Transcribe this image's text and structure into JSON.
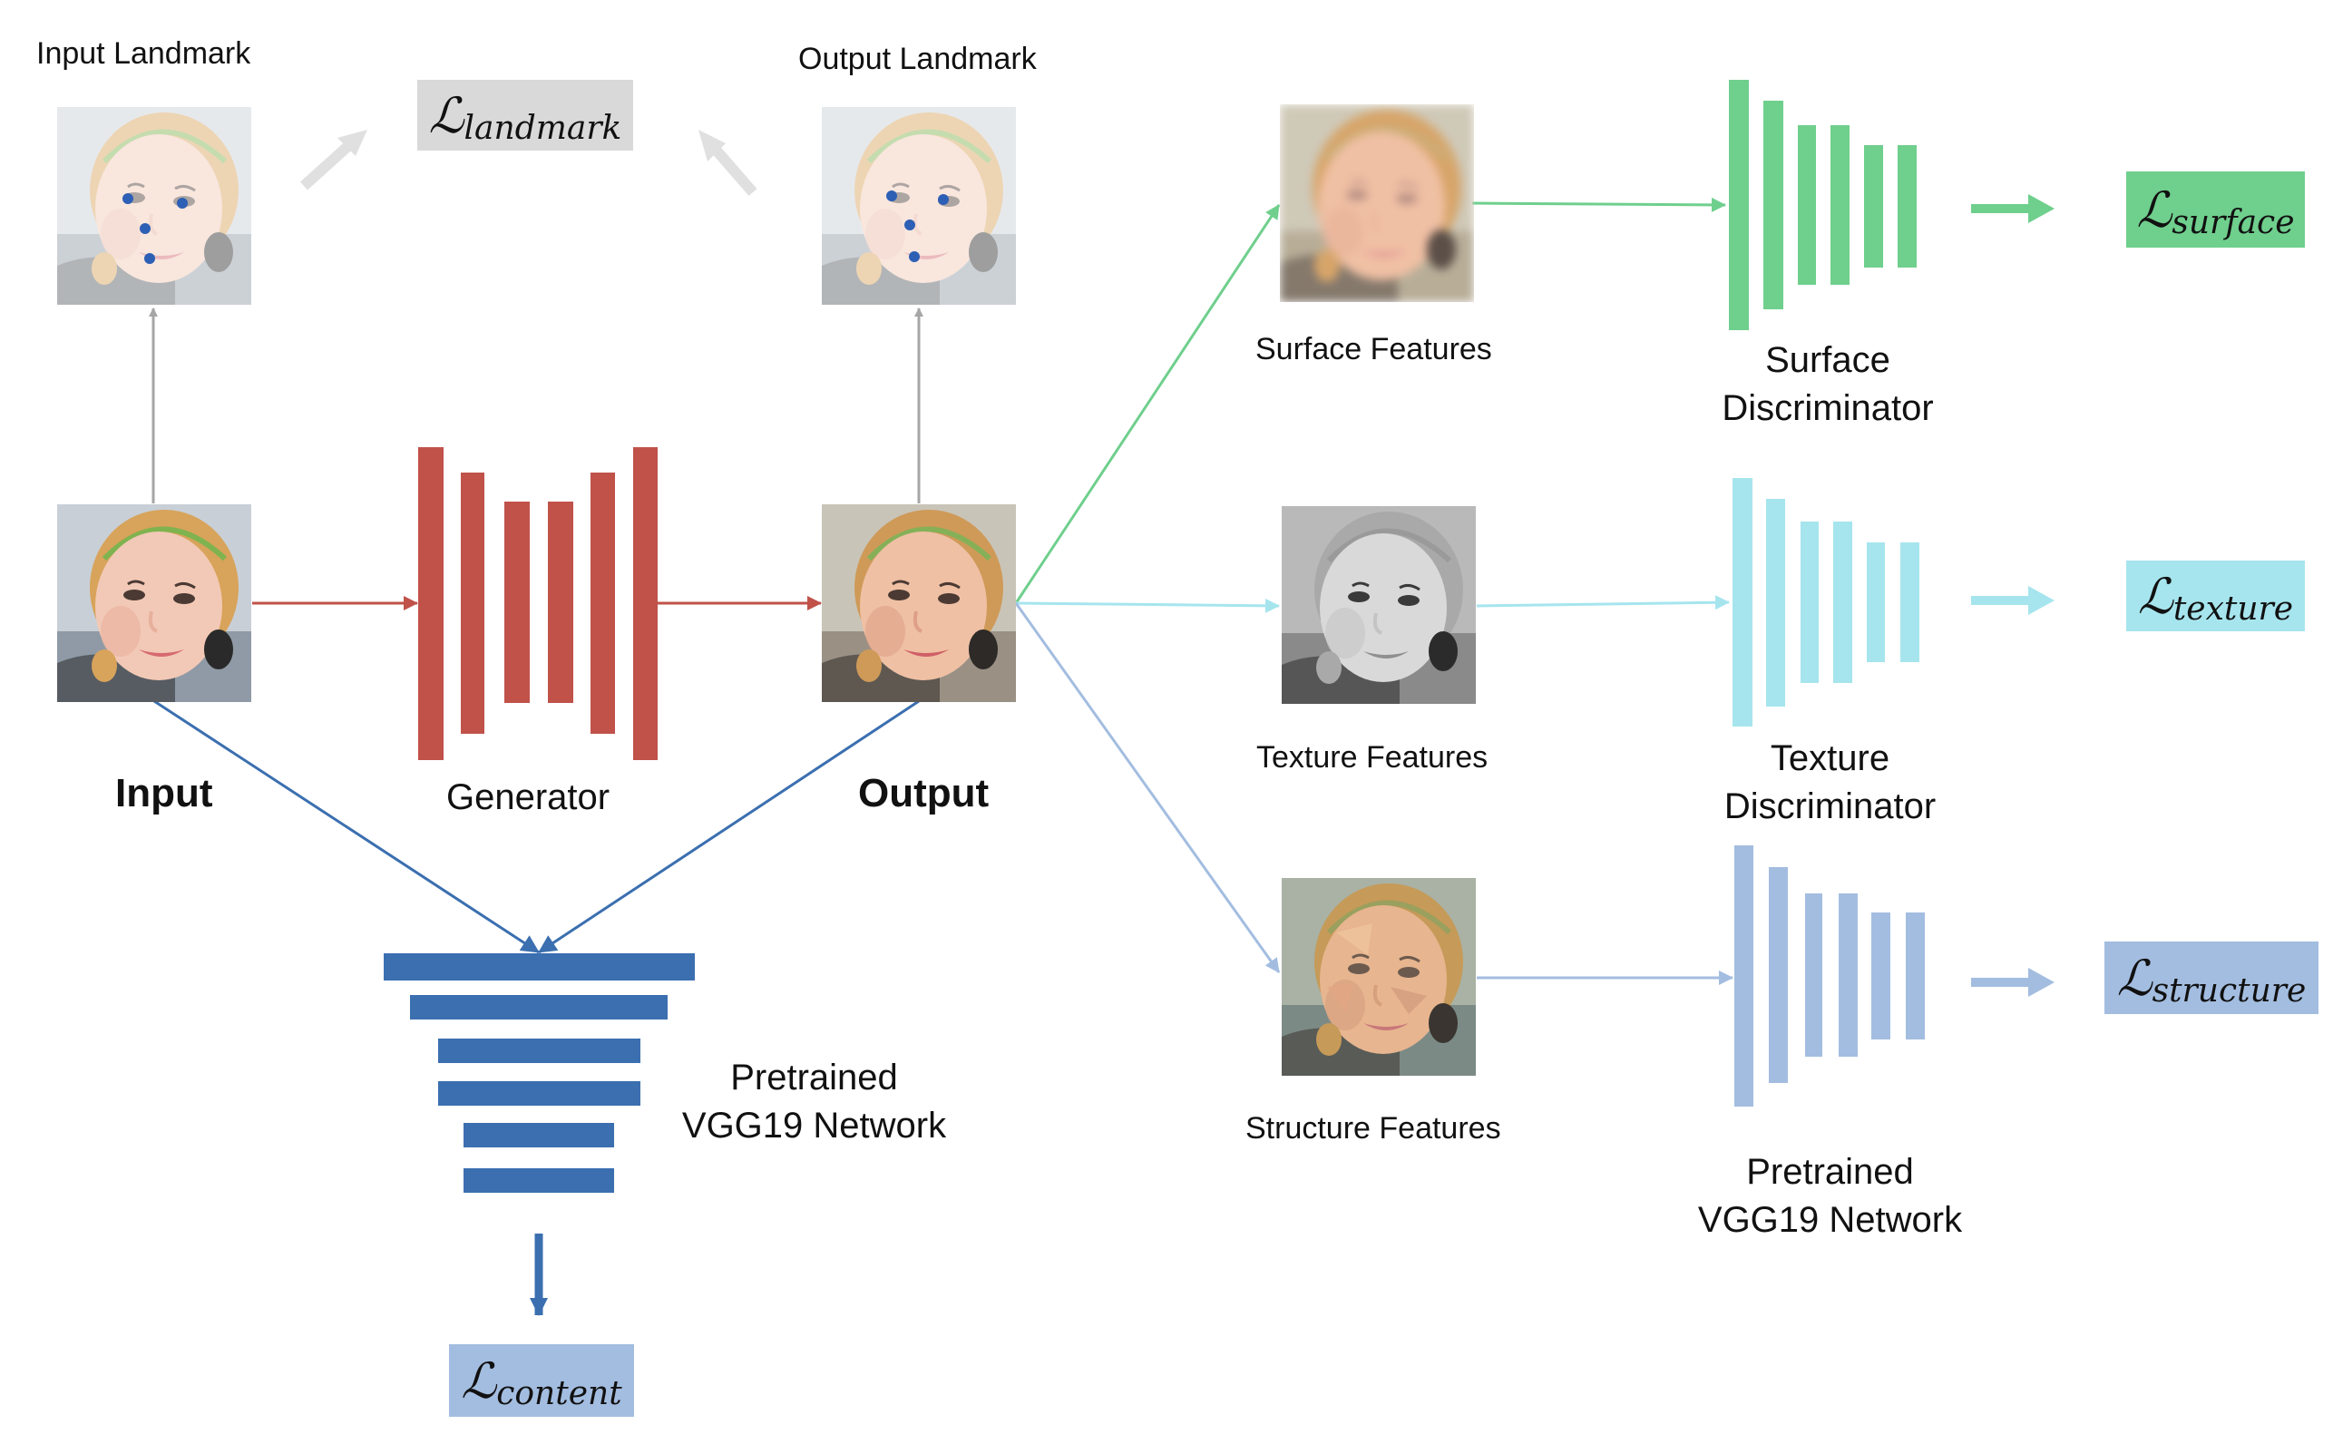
{
  "labels": {
    "input_landmark": "Input Landmark",
    "output_landmark": "Output Landmark",
    "input": "Input",
    "generator": "Generator",
    "output": "Output",
    "vgg_left_line1": "Pretrained",
    "vgg_left_line2": "VGG19 Network",
    "surface_features": "Surface Features",
    "texture_features": "Texture Features",
    "structure_features": "Structure Features",
    "surface_disc_line1": "Surface",
    "surface_disc_line2": "Discriminator",
    "texture_disc_line1": "Texture",
    "texture_disc_line2": "Discriminator",
    "vgg_right_line1": "Pretrained",
    "vgg_right_line2": "VGG19 Network"
  },
  "losses": {
    "landmark": {
      "symbol": "ℒ",
      "sub": "landmark"
    },
    "surface": {
      "symbol": "ℒ",
      "sub": "surface"
    },
    "texture": {
      "symbol": "ℒ",
      "sub": "texture"
    },
    "structure": {
      "symbol": "ℒ",
      "sub": "structure"
    },
    "content": {
      "symbol": "ℒ",
      "sub": "content"
    }
  },
  "colors": {
    "generator": "#c0524a",
    "vgg_content": "#3b6fb0",
    "surface": "#6fcf8d",
    "texture": "#a6e5ee",
    "structure": "#a3bde0",
    "landmark_box": "#d9d9d9",
    "content_box": "#a3bde0",
    "landmark_dot": "#2d5fb5",
    "gray_arrow": "#a6a6a6"
  },
  "icons": {
    "face": "portrait-image",
    "landmark_dots": "landmark-dot"
  }
}
